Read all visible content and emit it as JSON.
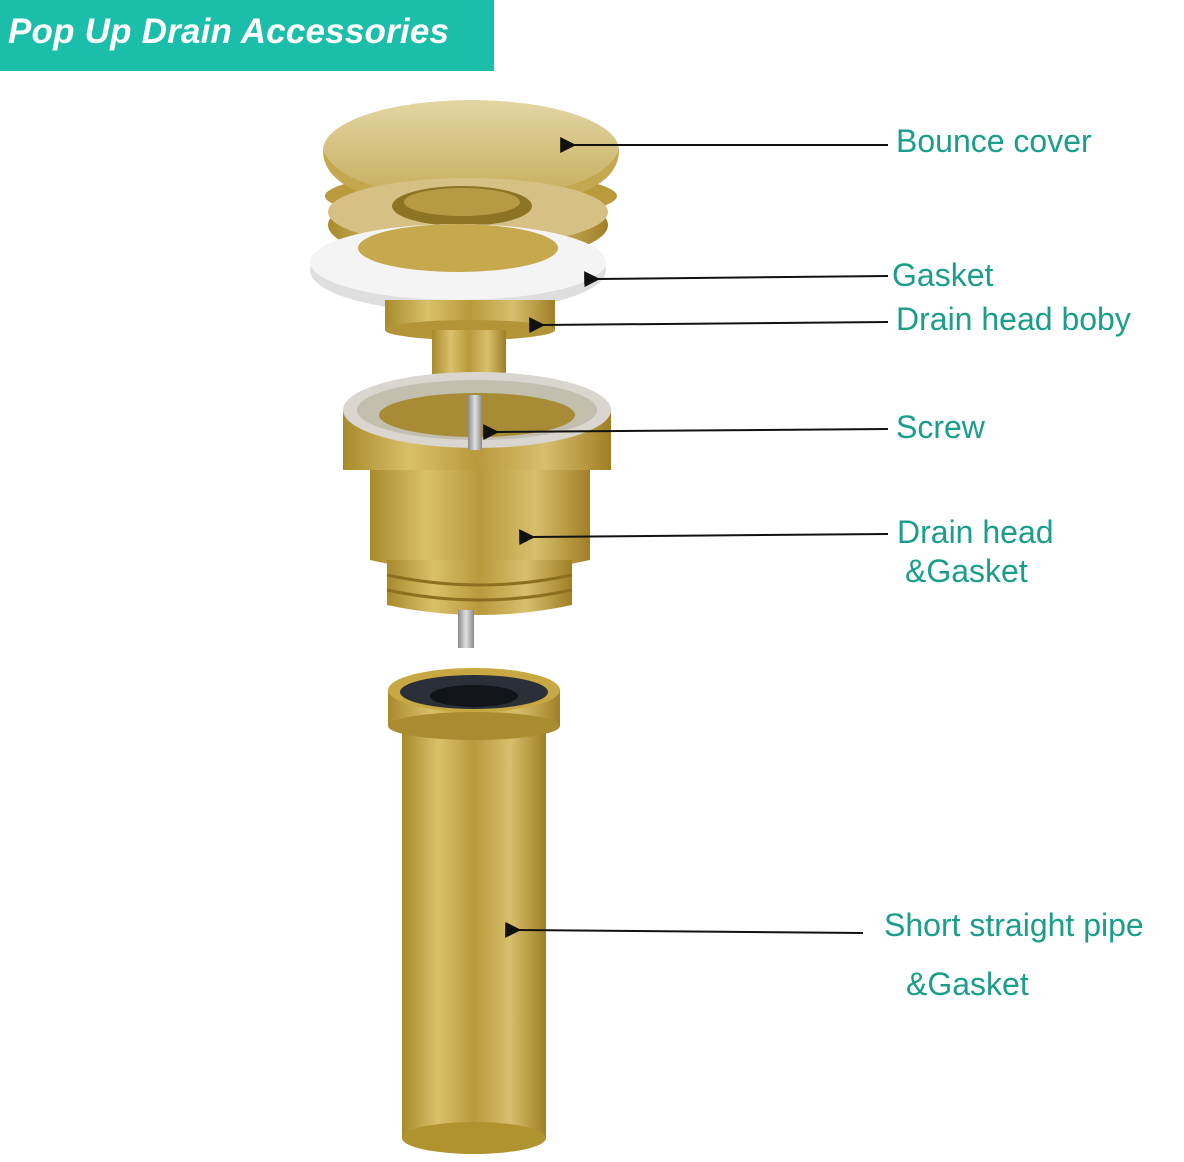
{
  "header": {
    "title": "Pop Up Drain Accessories",
    "background": "#1bbfa9"
  },
  "label_color": "#1a9e8a",
  "parts": [
    {
      "id": "bounce-cover",
      "label": "Bounce cover"
    },
    {
      "id": "gasket",
      "label": "Gasket"
    },
    {
      "id": "drain-head-body",
      "label": "Drain head boby"
    },
    {
      "id": "screw",
      "label": "Screw"
    },
    {
      "id": "drain-head-gasket",
      "label_line1": "Drain head",
      "label_line2": "&Gasket"
    },
    {
      "id": "short-pipe-gasket",
      "label_line1": "Short straight pipe",
      "label_line2": "&Gasket"
    }
  ]
}
